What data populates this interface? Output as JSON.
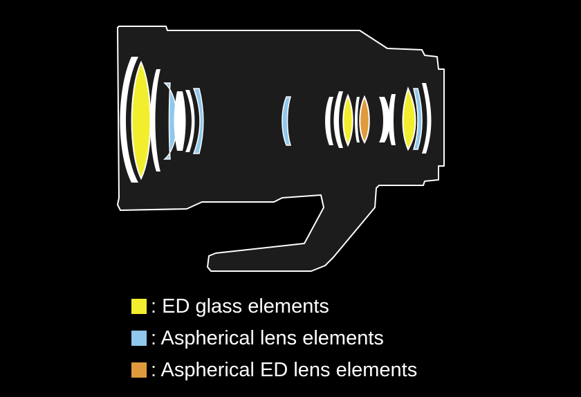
{
  "legend": [
    {
      "label": ": ED glass elements",
      "color": "#f2ee2e"
    },
    {
      "label": ": Aspherical lens elements",
      "color": "#8fc8ec"
    },
    {
      "label": ": Aspherical ED lens elements",
      "color": "#df9a3c"
    }
  ],
  "colors": {
    "background": "#000000",
    "outline": "#ffffff",
    "body_fill": "#1c1c1c",
    "plain_element": "#ffffff",
    "ed": "#f2ee2e",
    "aspherical": "#8fc8ec",
    "aspherical_ed": "#df9a3c"
  }
}
